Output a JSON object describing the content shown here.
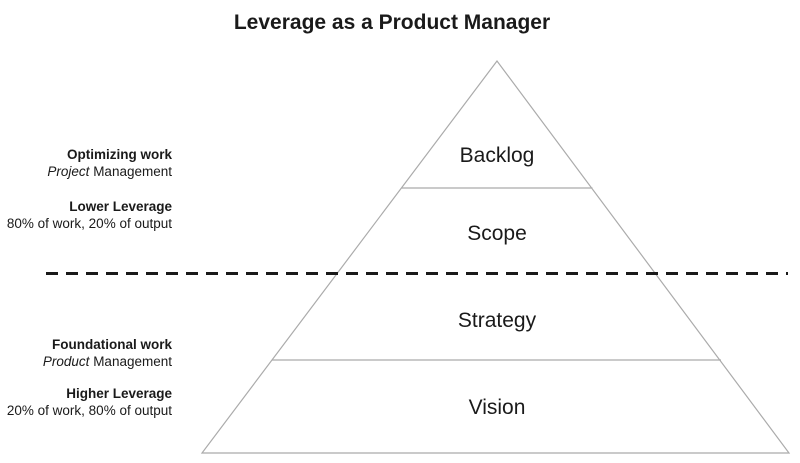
{
  "title": "Leverage as a Product Manager",
  "pyramid": {
    "layers": [
      {
        "label": "Backlog"
      },
      {
        "label": "Scope"
      },
      {
        "label": "Strategy"
      },
      {
        "label": "Vision"
      }
    ]
  },
  "annotations": {
    "upper": {
      "work_type": "Optimizing work",
      "mgmt_italic": "Project",
      "mgmt_rest": " Management",
      "leverage": "Lower Leverage",
      "ratio": "80% of work, 20% of output"
    },
    "lower": {
      "work_type": "Foundational work",
      "mgmt_italic": "Product",
      "mgmt_rest": " Management",
      "leverage": "Higher Leverage",
      "ratio": "20% of work, 80% of output"
    }
  },
  "colors": {
    "outline": "#ababab",
    "divider": "#ababab",
    "dashed_line": "#1a1a1a",
    "text": "#1a1a1a"
  }
}
